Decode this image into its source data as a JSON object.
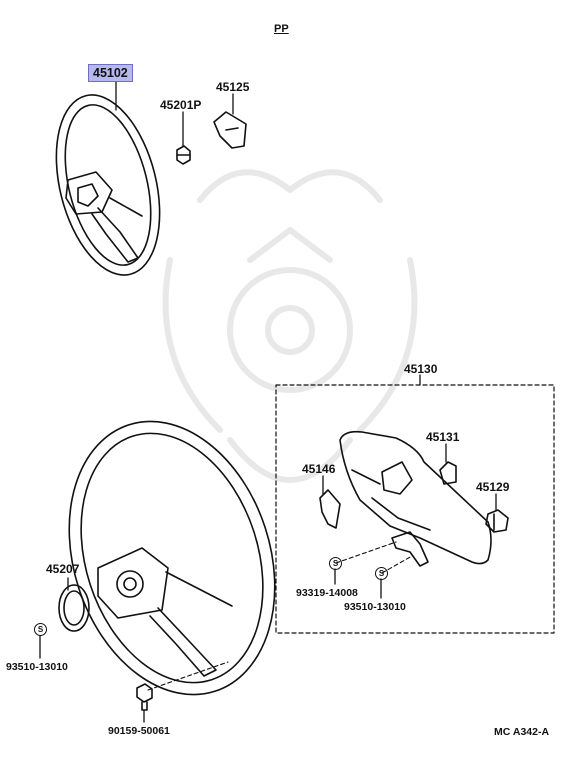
{
  "diagram": {
    "section_label": "PP",
    "figure_code": "MC A342-A",
    "highlight_color": "#b7b8ee",
    "fastener_symbol": "S",
    "parts": [
      {
        "id": "steering-wheel-upper",
        "number": "45102",
        "highlighted": true
      },
      {
        "id": "steering-wheel-nut",
        "number": "45201P"
      },
      {
        "id": "horn-button-upper",
        "number": "45125"
      },
      {
        "id": "steering-wheel-pad-group",
        "number": "45130"
      },
      {
        "id": "pad-bracket",
        "number": "45131"
      },
      {
        "id": "pad-retainer-left",
        "number": "45146"
      },
      {
        "id": "pad-retainer-right",
        "number": "45129"
      },
      {
        "id": "screw-left",
        "number": "93319-14008"
      },
      {
        "id": "screw-right",
        "number": "93510-13010"
      },
      {
        "id": "plate-ring",
        "number": "45207"
      },
      {
        "id": "screw-ring",
        "number": "93510-13010"
      },
      {
        "id": "bolt-bottom",
        "number": "90159-50061"
      }
    ]
  }
}
